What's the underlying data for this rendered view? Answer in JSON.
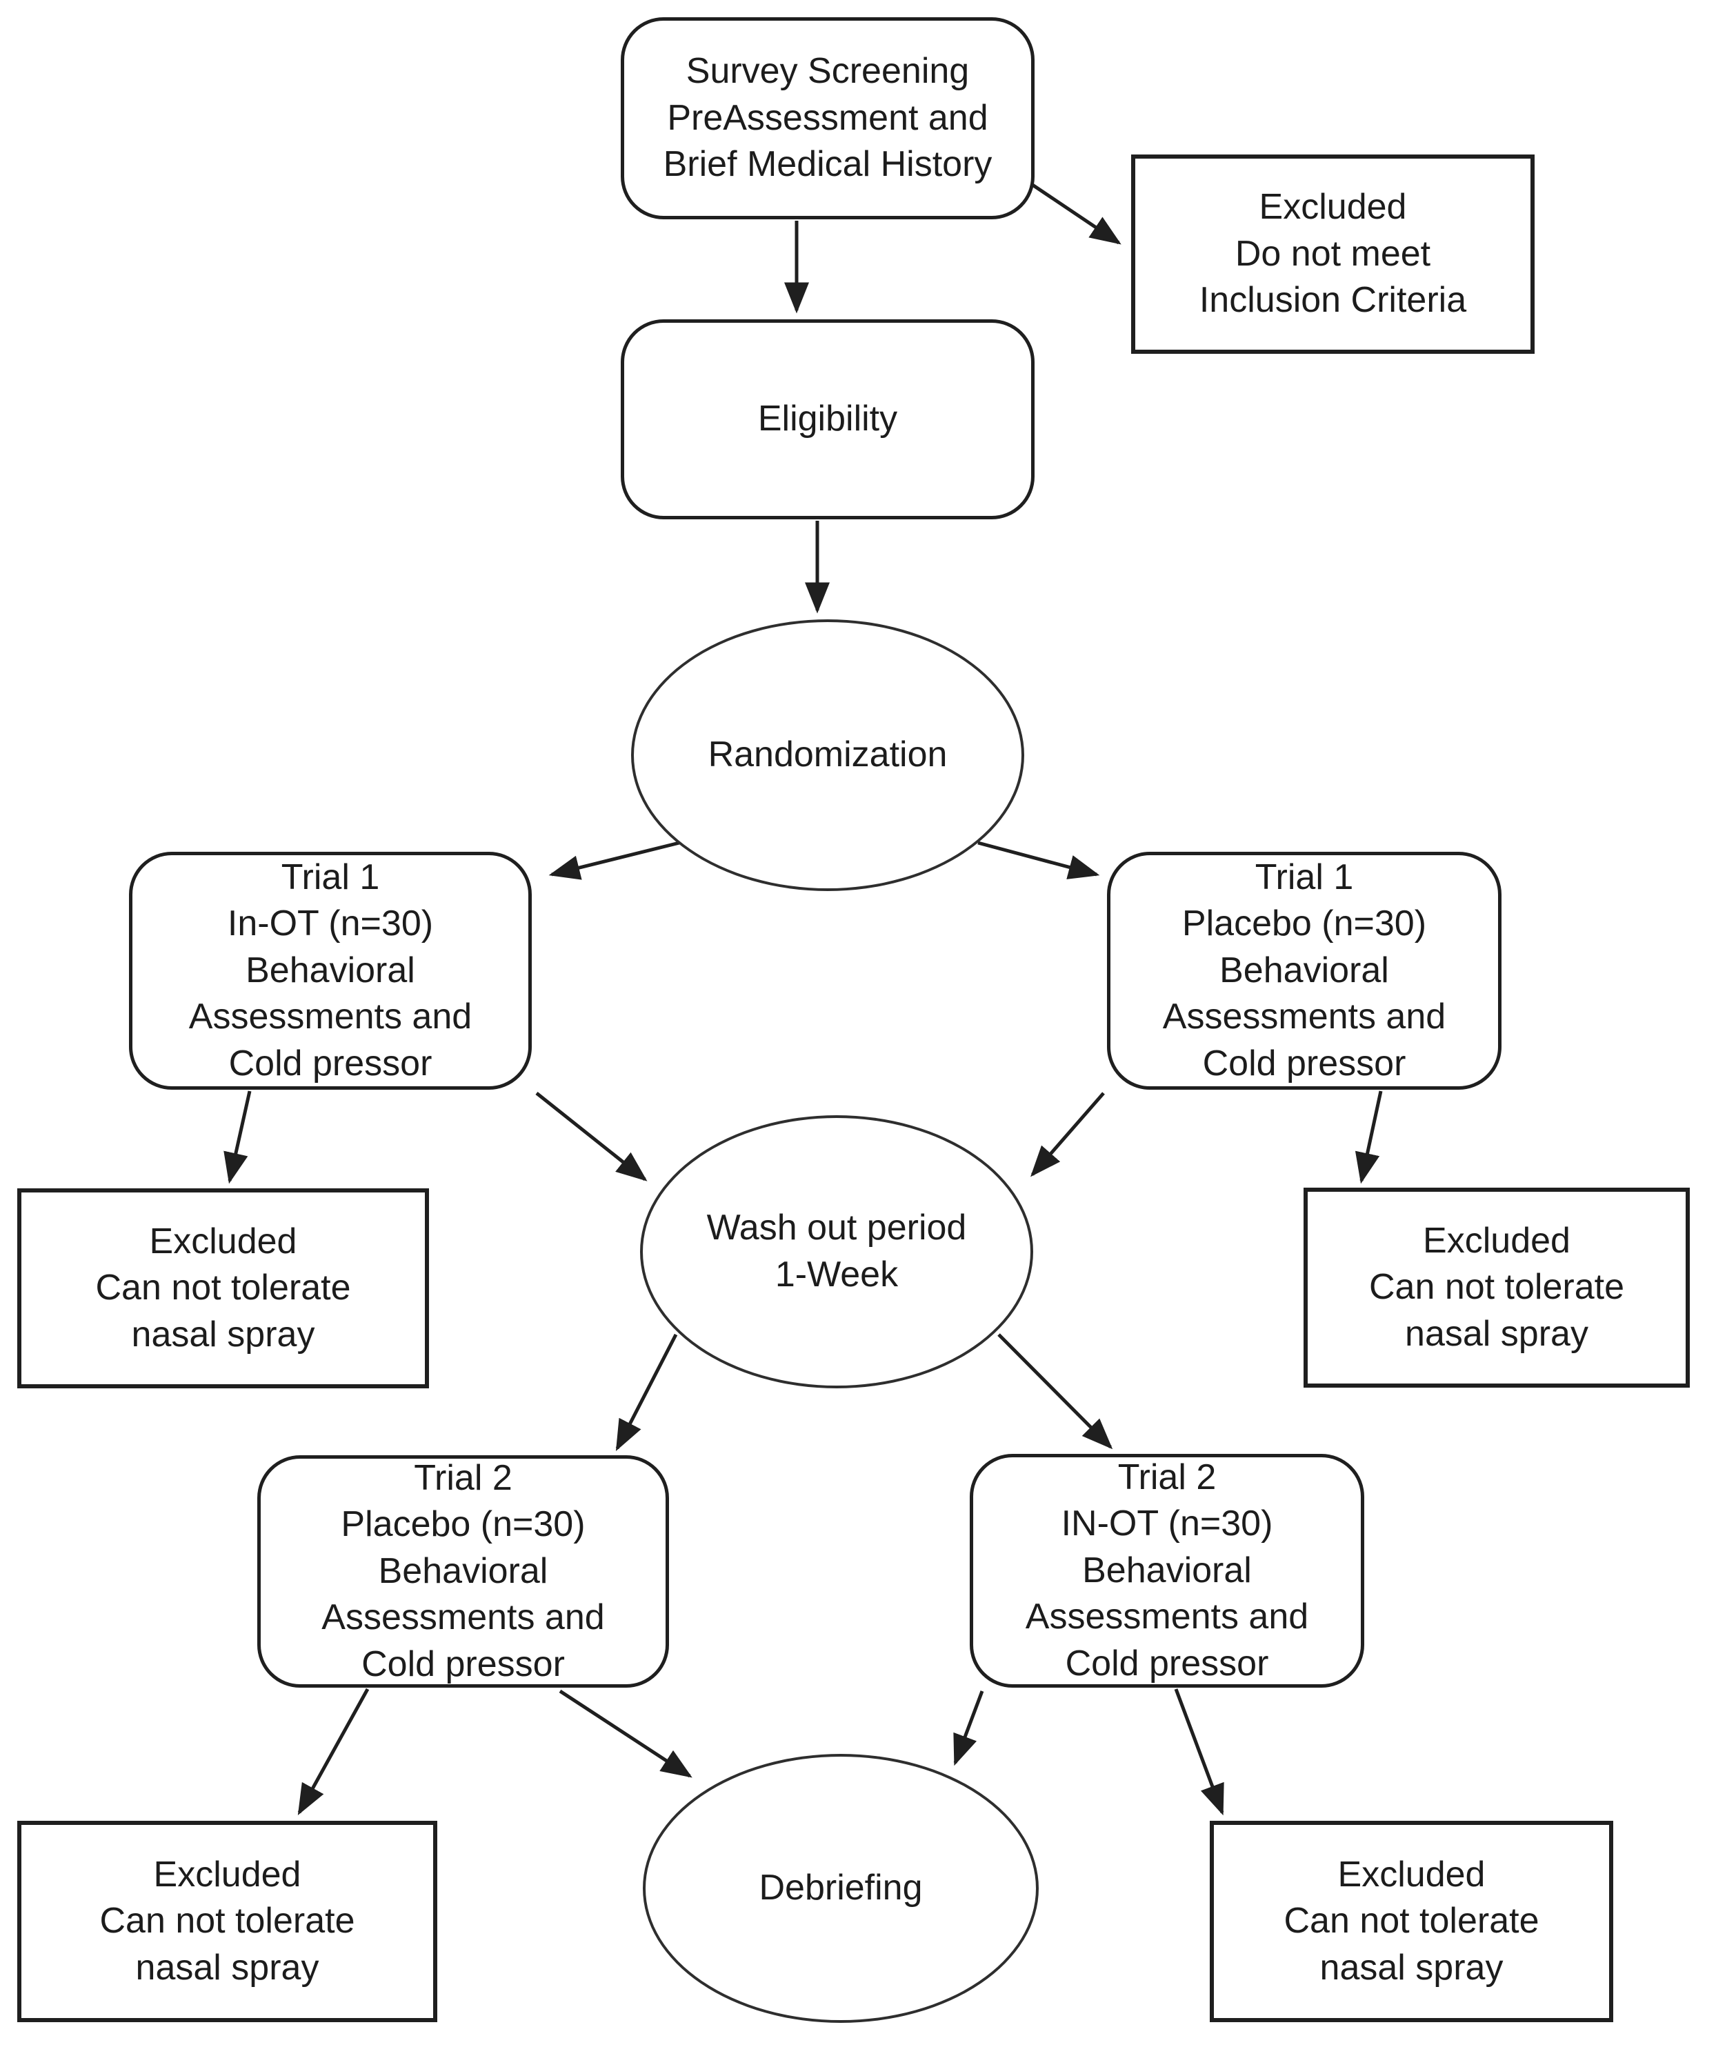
{
  "diagram": {
    "title": "Clinical trial crossover flowchart",
    "colors": {
      "stroke": "#1f1f1f",
      "background": "#ffffff",
      "text": "#1c1c1c"
    },
    "nodes": {
      "screening": {
        "shape": "rounded",
        "text": "Survey Screening\nPreAssessment and\nBrief Medical History"
      },
      "excluded_inclusion": {
        "shape": "rect",
        "text": "Excluded\nDo not meet\nInclusion Criteria"
      },
      "eligibility": {
        "shape": "rounded",
        "text": "Eligibility"
      },
      "randomization": {
        "shape": "ellipse",
        "text": "Randomization"
      },
      "trial1_inot": {
        "shape": "rounded",
        "text": "Trial 1\nIn-OT (n=30)\nBehavioral\nAssessments and\nCold pressor"
      },
      "trial1_placebo": {
        "shape": "rounded",
        "text": "Trial 1\nPlacebo (n=30)\nBehavioral\nAssessments and\nCold pressor"
      },
      "excluded_mid_left": {
        "shape": "rect",
        "text": "Excluded\nCan not tolerate\nnasal spray"
      },
      "washout": {
        "shape": "ellipse",
        "text": "Wash out period\n1-Week"
      },
      "excluded_mid_right": {
        "shape": "rect",
        "text": "Excluded\nCan not tolerate\nnasal spray"
      },
      "trial2_placebo": {
        "shape": "rounded",
        "text": "Trial 2\nPlacebo (n=30)\nBehavioral\nAssessments and\nCold pressor"
      },
      "trial2_inot": {
        "shape": "rounded",
        "text": "Trial 2\nIN-OT (n=30)\nBehavioral\nAssessments and\nCold pressor"
      },
      "excluded_bottom_left": {
        "shape": "rect",
        "text": "Excluded\nCan not tolerate\nnasal spray"
      },
      "debriefing": {
        "shape": "ellipse",
        "text": "Debriefing"
      },
      "excluded_bottom_right": {
        "shape": "rect",
        "text": "Excluded\nCan not tolerate\nnasal spray"
      }
    },
    "edges": [
      {
        "from": "screening",
        "to": "eligibility"
      },
      {
        "from": "screening",
        "to": "excluded_inclusion"
      },
      {
        "from": "eligibility",
        "to": "randomization"
      },
      {
        "from": "randomization",
        "to": "trial1_inot"
      },
      {
        "from": "randomization",
        "to": "trial1_placebo"
      },
      {
        "from": "trial1_inot",
        "to": "excluded_mid_left"
      },
      {
        "from": "trial1_inot",
        "to": "washout"
      },
      {
        "from": "trial1_placebo",
        "to": "washout"
      },
      {
        "from": "trial1_placebo",
        "to": "excluded_mid_right"
      },
      {
        "from": "washout",
        "to": "trial2_placebo"
      },
      {
        "from": "washout",
        "to": "trial2_inot"
      },
      {
        "from": "trial2_placebo",
        "to": "excluded_bottom_left"
      },
      {
        "from": "trial2_placebo",
        "to": "debriefing"
      },
      {
        "from": "trial2_inot",
        "to": "debriefing"
      },
      {
        "from": "trial2_inot",
        "to": "excluded_bottom_right"
      }
    ]
  }
}
